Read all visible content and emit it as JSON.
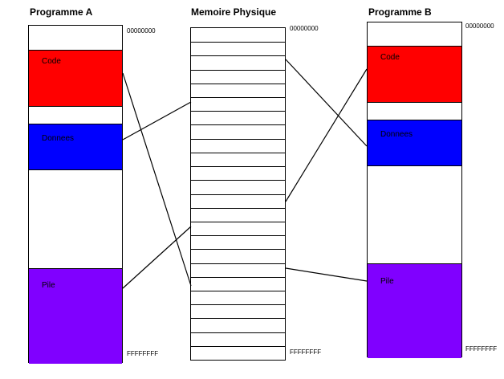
{
  "programA": {
    "title": "Programme A",
    "addr_start": "00000000",
    "addr_end": "FFFFFFFF",
    "segments": {
      "code": {
        "label": "Code",
        "color": "#ff0000"
      },
      "data": {
        "label": "Donnees",
        "color": "#0000ff"
      },
      "stack": {
        "label": "Pile",
        "color": "#8000ff"
      }
    }
  },
  "memory": {
    "title": "Memoire Physique",
    "addr_start": "00000000",
    "addr_end": "FFFFFFFF",
    "frame_count": 24
  },
  "programB": {
    "title": "Programme B",
    "addr_start": "00000000",
    "addr_end": "FFFFFFFF",
    "segments": {
      "code": {
        "label": "Code",
        "color": "#ff0000"
      },
      "data": {
        "label": "Donnees",
        "color": "#0000ff"
      },
      "stack": {
        "label": "Pile",
        "color": "#8000ff"
      }
    }
  }
}
